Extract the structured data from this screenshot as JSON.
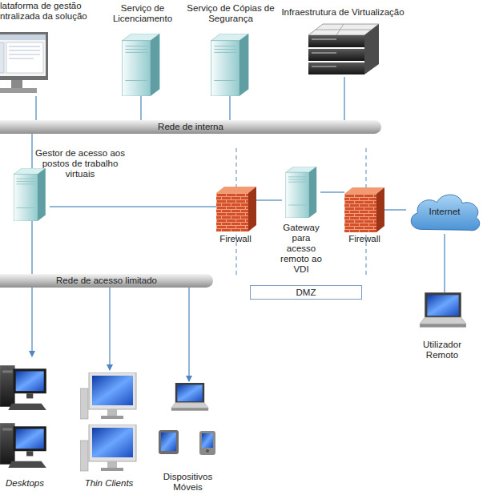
{
  "diagram": {
    "nodes": [
      {
        "text": [
          "lataforma de gestão ntralizada da solução"
        ]
      },
      {
        "text": [
          "Serviço de Licenciamento"
        ]
      },
      {
        "text": [
          "Serviço de Cópias de Segurança"
        ]
      },
      {
        "text": [
          "Infraestrutura de Virtualização"
        ]
      },
      {
        "text": [
          "Rede de interna"
        ]
      },
      {
        "text": [
          "Gestor de acesso aos postos de trabalho virtuais"
        ]
      },
      {
        "text": [
          "Firewall"
        ]
      },
      {
        "text": [
          "Gateway para acesso remoto ao VDI"
        ]
      },
      {
        "text": [
          "Firewall"
        ]
      },
      {
        "text": [
          "Internet"
        ]
      },
      {
        "text": [
          "Rede de acesso limitado"
        ]
      },
      {
        "text": [
          "DMZ"
        ]
      },
      {
        "text": [
          "Utilizador Remoto"
        ]
      },
      {
        "text": [
          "Desktops"
        ]
      },
      {
        "text": [
          "Thin Clients"
        ]
      },
      {
        "text": [
          "Dispositivos Móveis"
        ]
      }
    ],
    "edges": [
      {
        "from": 0,
        "to": 4,
        "arrow": "none"
      },
      {
        "from": 1,
        "to": 4,
        "arrow": "none"
      },
      {
        "from": 2,
        "to": 4,
        "arrow": "none"
      },
      {
        "from": 3,
        "to": 4,
        "arrow": "none"
      },
      {
        "from": 4,
        "to": 5,
        "arrow": "none"
      },
      {
        "from": 5,
        "to": 6,
        "arrow": "none"
      },
      {
        "from": 6,
        "to": 7,
        "arrow": "none"
      },
      {
        "from": 7,
        "to": 8,
        "arrow": "none"
      },
      {
        "from": 8,
        "to": 9,
        "arrow": "none"
      },
      {
        "from": 9,
        "to": 12,
        "arrow": "none"
      },
      {
        "from": 5,
        "to": 10,
        "arrow": "none"
      },
      {
        "from": 10,
        "to": 13,
        "arrow": "to"
      },
      {
        "from": 10,
        "to": 14,
        "arrow": "to"
      },
      {
        "from": 10,
        "to": 15,
        "arrow": "to"
      }
    ]
  }
}
